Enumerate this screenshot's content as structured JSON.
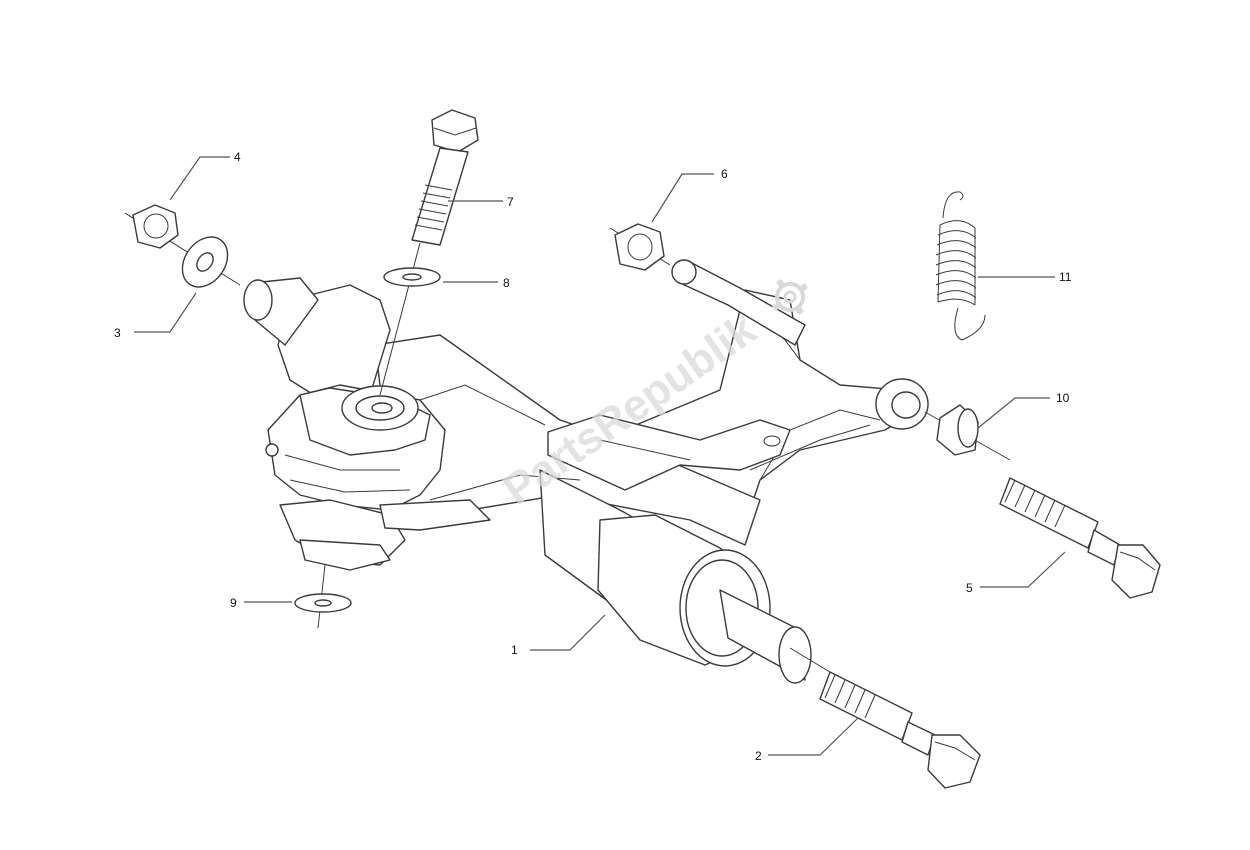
{
  "watermark": {
    "text": "PartsRepublik",
    "icon": "gear-icon"
  },
  "callouts": [
    {
      "number": "1"
    },
    {
      "number": "2"
    },
    {
      "number": "3"
    },
    {
      "number": "4"
    },
    {
      "number": "5"
    },
    {
      "number": "6"
    },
    {
      "number": "7"
    },
    {
      "number": "8"
    },
    {
      "number": "9"
    },
    {
      "number": "10"
    },
    {
      "number": "11"
    }
  ],
  "colors": {
    "line": "#3a3a3a",
    "leader": "#555555",
    "watermark": "#d9d9d9"
  }
}
